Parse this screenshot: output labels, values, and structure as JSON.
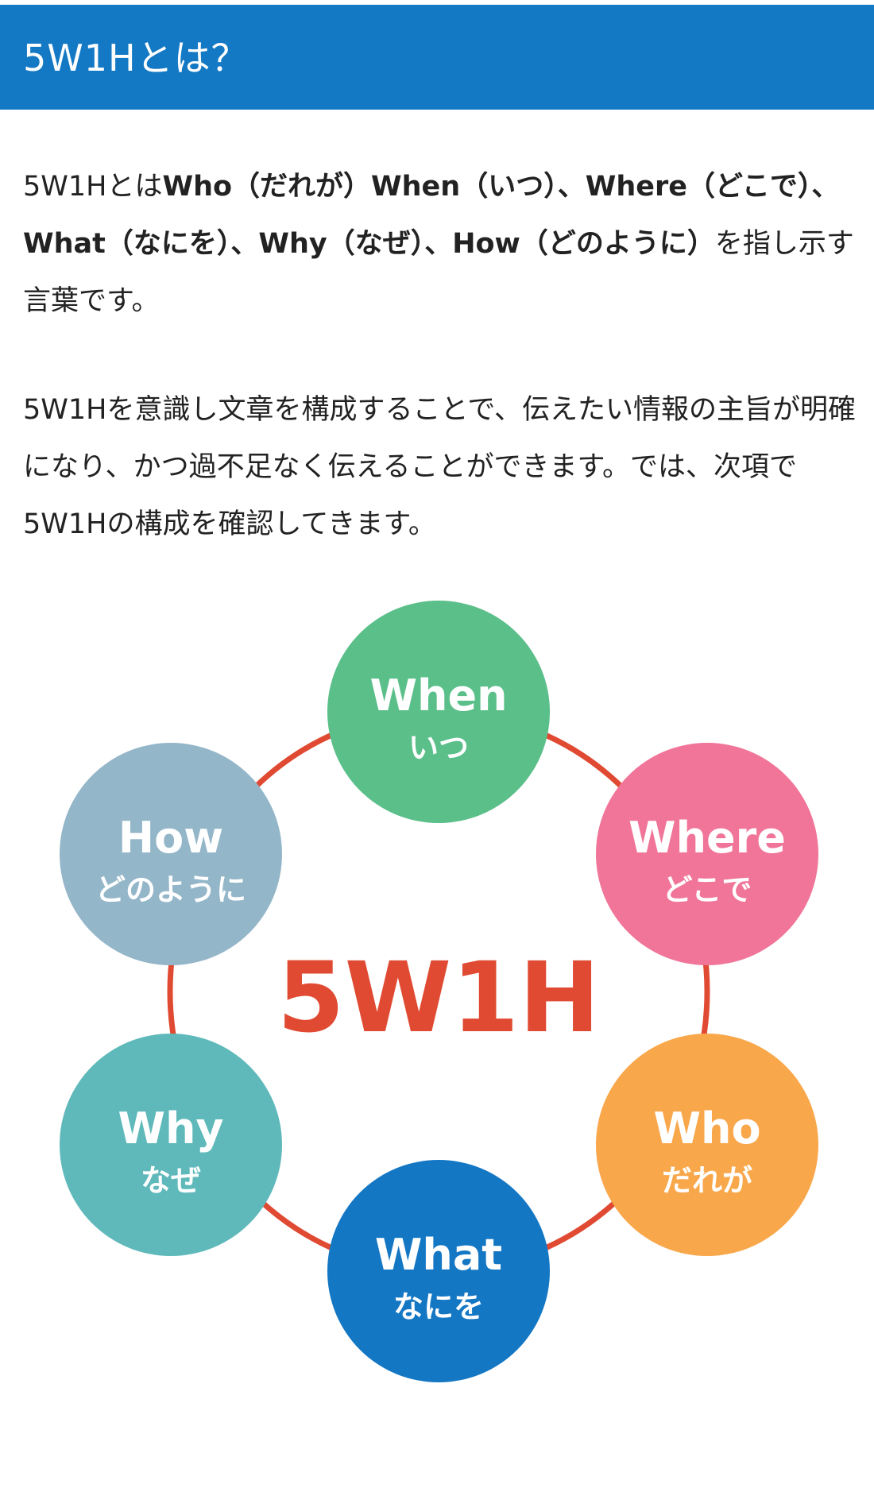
{
  "header": {
    "title": "5W1Hとは？"
  },
  "paragraph1": {
    "intro": "5W1Hとは",
    "bold": "Who（だれが）When（いつ）、Where（どこで）、What（なにを）、Why（なぜ）、How（どのように）",
    "tail": "を指し示す言葉です。"
  },
  "paragraph2": {
    "text": "5W1Hを意識し文章を構成することで、伝えたい情報の主旨が明確になり、かつ過不足なく伝えることができます。では、次項で5W1Hの構成を確認してきます。"
  },
  "diagram": {
    "center_label": "5W1H",
    "ring_color": "#e04a32",
    "items": [
      {
        "en": "When",
        "ja": "いつ",
        "color": "#5bbf8a"
      },
      {
        "en": "Where",
        "ja": "どこで",
        "color": "#f07598"
      },
      {
        "en": "Who",
        "ja": "だれが",
        "color": "#f9a74b"
      },
      {
        "en": "What",
        "ja": "なにを",
        "color": "#1477c4"
      },
      {
        "en": "Why",
        "ja": "なぜ",
        "color": "#5fb9ba"
      },
      {
        "en": "How",
        "ja": "どのように",
        "color": "#94b6c9"
      }
    ]
  }
}
